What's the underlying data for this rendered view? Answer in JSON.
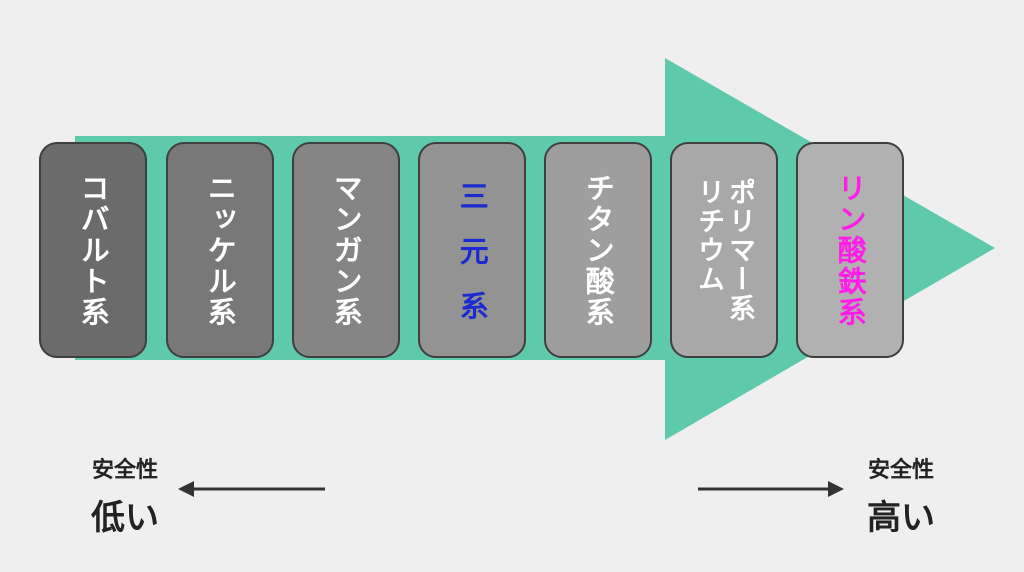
{
  "boxes": [
    {
      "label": "コバルト系",
      "fill": "#6b6b6b",
      "text_color": "#ffffff"
    },
    {
      "label": "ニッケル系",
      "fill": "#787878",
      "text_color": "#ffffff"
    },
    {
      "label": "マンガン系",
      "fill": "#858585",
      "text_color": "#ffffff"
    },
    {
      "label": "三元系",
      "fill": "#939393",
      "text_color": "#1a2bd1"
    },
    {
      "label": "チタン酸系",
      "fill": "#9e9e9e",
      "text_color": "#ffffff"
    },
    {
      "label_col1": "ポリマー系",
      "label_col2": "リチウム",
      "fill": "#a8a8a8",
      "text_color": "#ffffff"
    },
    {
      "label": "リン酸鉄系",
      "fill": "#b1b1b1",
      "text_color": "#ff1de8"
    }
  ],
  "arrow_color": "#5fc9ab",
  "low_end": {
    "caption": "安全性",
    "level": "低い"
  },
  "high_end": {
    "caption": "安全性",
    "level": "高い"
  }
}
